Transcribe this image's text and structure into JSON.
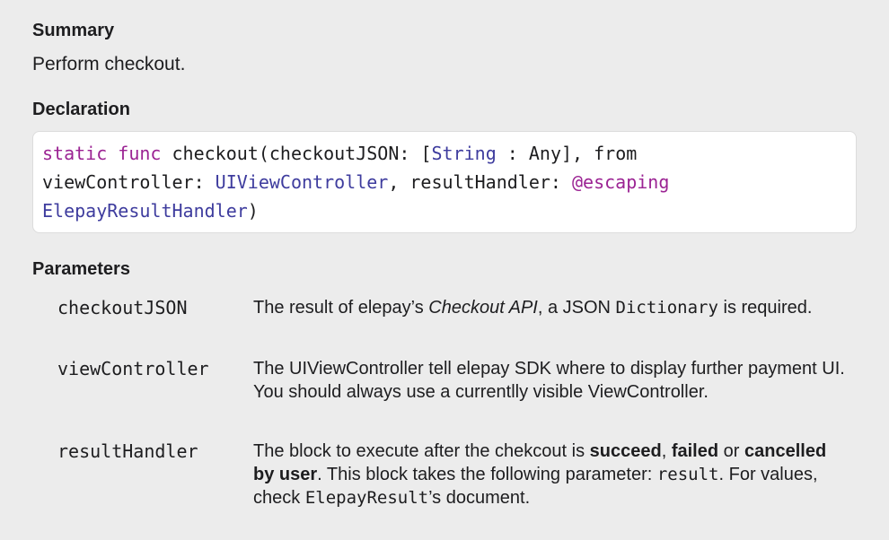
{
  "summary": {
    "heading": "Summary",
    "text": "Perform checkout."
  },
  "declaration": {
    "heading": "Declaration",
    "line1": {
      "kw_static": "static",
      "kw_func": "func",
      "name_open": "checkout(checkoutJSON: [",
      "type_string": "String",
      "rest": " : Any], from"
    },
    "line2": {
      "label": "viewController: ",
      "type_vc": "UIViewController",
      "mid": ", resultHandler: ",
      "attr": "@escaping"
    },
    "line3": {
      "type_handler": "ElepayResultHandler",
      "close": ")"
    }
  },
  "parameters": {
    "heading": "Parameters",
    "items": [
      {
        "name": "checkoutJSON",
        "desc_parts": {
          "a": "The result of elepay’s ",
          "em": "Checkout API",
          "b": ", a JSON ",
          "code": "Dictionary",
          "c": " is required."
        }
      },
      {
        "name": "viewController",
        "desc": "The UIViewController tell elepay SDK where to display further payment UI. You should always use a currentlly visible ViewController."
      },
      {
        "name": "resultHandler",
        "desc_parts": {
          "a": "The block to execute after the chekcout is ",
          "b1": "succeed",
          "sep1": ", ",
          "b2": "failed",
          "sep2": " or ",
          "b3": "cancelled by user",
          "c": ". This block takes the following parameter: ",
          "code1": "result",
          "d": ". For values, check ",
          "code2": "ElepayResult",
          "e": "’s document."
        }
      }
    ]
  }
}
